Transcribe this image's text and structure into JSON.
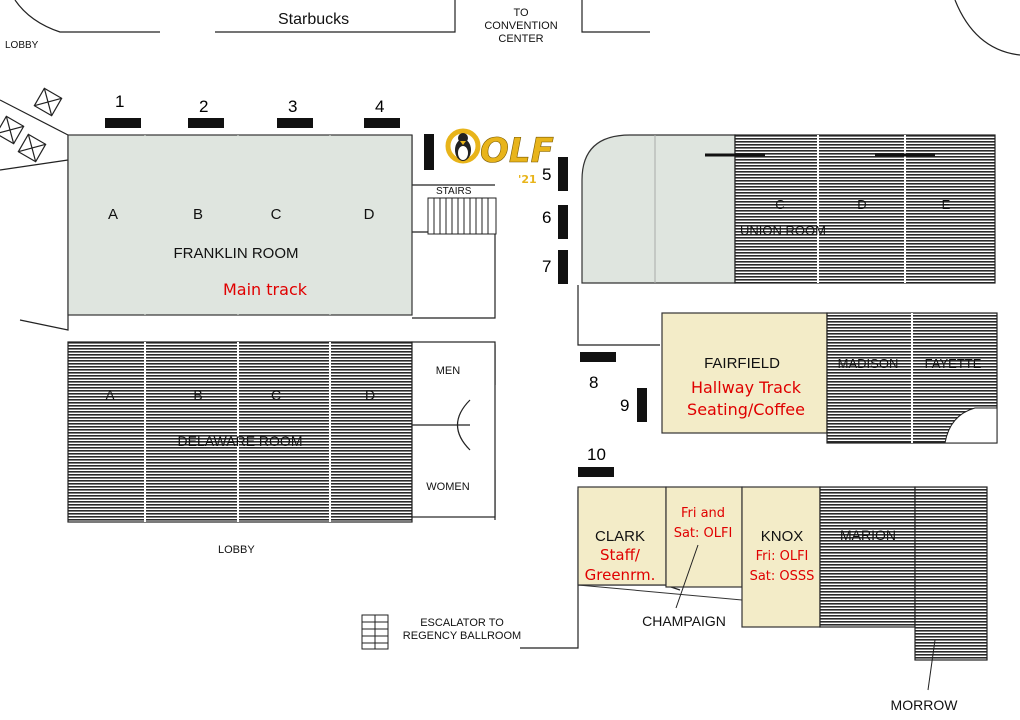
{
  "landmarks": {
    "starbucks": "Starbucks",
    "lobby_top": "LOBBY",
    "to_convention_1": "TO",
    "to_convention_2": "CONVENTION",
    "to_convention_3": "CENTER",
    "lobby_bottom": "LOBBY",
    "stairs": "STAIRS",
    "escalator_1": "ESCALATOR TO",
    "escalator_2": "REGENCY BALLROOM"
  },
  "logo": {
    "text": "OLF",
    "year": "'21"
  },
  "doors": [
    "1",
    "2",
    "3",
    "4",
    "5",
    "6",
    "7",
    "8",
    "9",
    "10"
  ],
  "rooms": {
    "franklin": {
      "name": "FRANKLIN ROOM",
      "sections": [
        "A",
        "B",
        "C",
        "D"
      ],
      "note": "Main track"
    },
    "delaware": {
      "name": "DELAWARE ROOM",
      "sections": [
        "A",
        "B",
        "C",
        "D"
      ]
    },
    "union": {
      "name": "UNION ROOM",
      "sections": [
        "C",
        "D",
        "E"
      ]
    },
    "fairfield": {
      "name": "FAIRFIELD",
      "note_1": "Hallway Track",
      "note_2": "Seating/Coffee"
    },
    "madison": {
      "name": "MADISON"
    },
    "fayette": {
      "name": "FAYETTE"
    },
    "men": {
      "name": "MEN"
    },
    "women": {
      "name": "WOMEN"
    },
    "clark": {
      "name": "CLARK",
      "note_1": "Staff/",
      "note_2": "Greenrm."
    },
    "champaign": {
      "name": "CHAMPAIGN",
      "note_1": "Fri and",
      "note_2": "Sat: OLFI"
    },
    "knox": {
      "name": "KNOX",
      "note_1": "Fri: OLFI",
      "note_2": "Sat: OSSS"
    },
    "marion": {
      "name": "MARION"
    },
    "morrow": {
      "name": "MORROW"
    }
  },
  "colors": {
    "used_room": "#dfe5df",
    "highlight_room": "#f3ecc8",
    "unused_room": "#3a3a3a",
    "note_text": "#e00000",
    "logo": "#e8b41a"
  }
}
